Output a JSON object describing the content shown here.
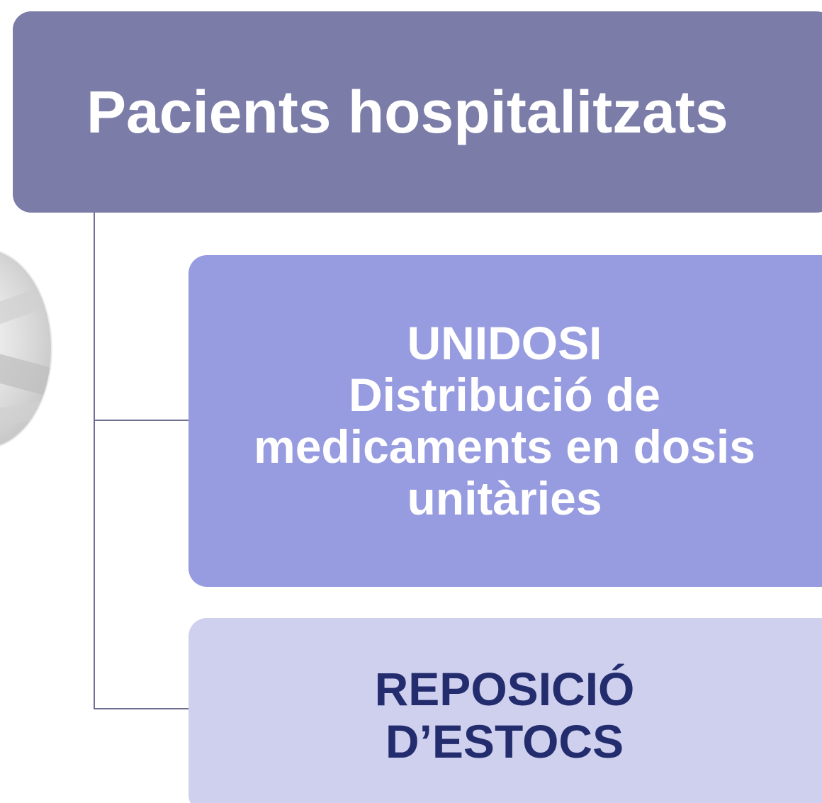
{
  "diagram": {
    "root": {
      "label": "Pacients hospitalitzats"
    },
    "children": [
      {
        "lines": [
          "UNIDOSI",
          "Distribució de",
          "medicaments en dosis",
          "unitàries"
        ]
      },
      {
        "lines": [
          "REPOSICIÓ",
          "D’ESTOCS"
        ]
      }
    ]
  },
  "colors": {
    "root_fill": "#7b7da8",
    "child1_fill": "#979be0",
    "child2_fill": "#cfcfee",
    "child2_text": "#232d6e",
    "connector": "#6f6f92"
  },
  "decor": {
    "photo": "pill-blister-photo"
  }
}
